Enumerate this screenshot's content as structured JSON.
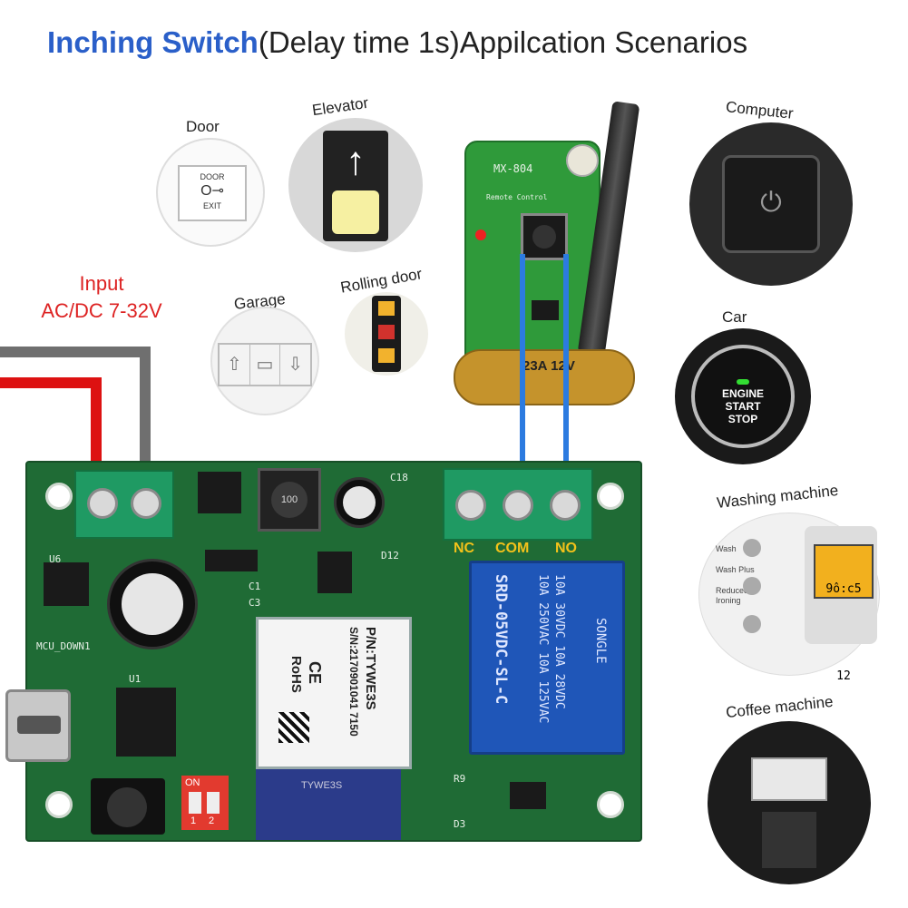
{
  "title": {
    "highlight": "Inching Switch",
    "rest": "(Delay time 1s)Appilcation Scenarios"
  },
  "input_label": {
    "line1": "Input",
    "line2": "AC/DC 7-32V"
  },
  "scenarios": {
    "door": "Door",
    "elevator": "Elevator",
    "garage": "Garage",
    "rolling_door": "Rolling door",
    "computer": "Computer",
    "car": "Car",
    "washing_machine": "Washing machine",
    "coffee_machine": "Coffee machine"
  },
  "door_panel": {
    "top": "DOOR",
    "bottom": "EXIT"
  },
  "car_button": {
    "line1": "ENGINE",
    "line2": "START",
    "line3": "STOP"
  },
  "washer_panel": {
    "wash": "Wash",
    "wash_plus": "Wash Plus",
    "reduced_ironing": "Reduced Ironing",
    "display": "9ô:c5 12"
  },
  "remote": {
    "model": "MX-804",
    "text": "Remote Control",
    "battery": "23A 12V"
  },
  "terminals": {
    "nc": "NC",
    "com": "COM",
    "no": "NO"
  },
  "relay": {
    "line1": "SRD-05VDC-SL-C",
    "line2": "10A 250VAC 10A 125VAC",
    "line3": "10A 30VDC 10A 28VDC",
    "brand": "SONGLE"
  },
  "module": {
    "pn": "P/N:TYWE3S",
    "sn": "S/N:2170901041 7150",
    "rohs": "RoHS",
    "ce": "CE",
    "antenna": "TYWE3S"
  },
  "silkscreen": {
    "mcu": "MCU_DOWN1",
    "u1": "U1",
    "u6": "U6",
    "c1": "C1",
    "c3": "C3",
    "c18": "C18",
    "d12": "D12",
    "inductor": "100",
    "dip_on": "ON",
    "dip_1": "1",
    "dip_2": "2",
    "r9": "R9",
    "d3": "D3"
  },
  "colors": {
    "title_highlight": "#2a5fc9",
    "input_red": "#d22222",
    "board_green": "#1f6b35",
    "relay_blue": "#1f56b8",
    "wire_red": "#dd1111",
    "wire_gray": "#6f6f6f",
    "jumper_blue": "#2c7be0"
  }
}
